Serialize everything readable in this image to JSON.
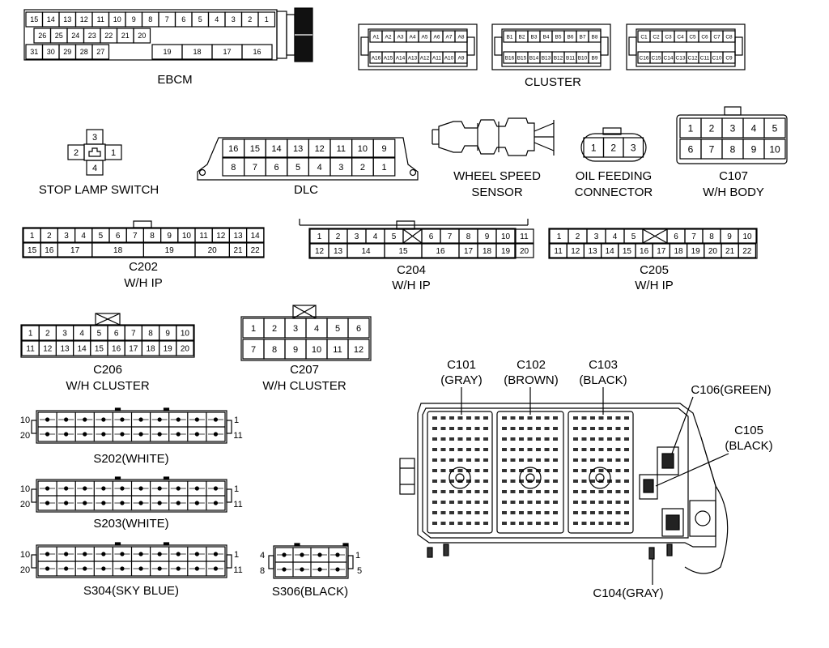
{
  "ebcm": {
    "title": "EBCM",
    "row1": [
      "15",
      "14",
      "13",
      "12",
      "11",
      "10",
      "9",
      "8",
      "7",
      "6",
      "5",
      "4",
      "3",
      "2",
      "1"
    ],
    "row2": [
      "26",
      "25",
      "24",
      "23",
      "22",
      "21",
      "20"
    ],
    "row3a": [
      "31",
      "30",
      "29",
      "28",
      "27"
    ],
    "row3b": [
      "19",
      "18",
      "17",
      "16"
    ]
  },
  "cluster": {
    "title": "CLUSTER",
    "a_top": [
      "A1",
      "A2",
      "A3",
      "A4",
      "A5",
      "A6",
      "A7",
      "A8"
    ],
    "a_bot": [
      "A16",
      "A15",
      "A14",
      "A13",
      "A12",
      "A11",
      "A10",
      "A9"
    ],
    "b_top": [
      "B1",
      "B2",
      "B3",
      "B4",
      "B5",
      "B6",
      "B7",
      "B8"
    ],
    "b_bot": [
      "B16",
      "B15",
      "B14",
      "B13",
      "B12",
      "B11",
      "B10",
      "B9"
    ],
    "c_top": [
      "C1",
      "C2",
      "C3",
      "C4",
      "C5",
      "C6",
      "C7",
      "C8"
    ],
    "c_bot": [
      "C16",
      "C15",
      "C14",
      "C13",
      "C12",
      "C11",
      "C10",
      "C9"
    ]
  },
  "stop_lamp": {
    "title": "STOP LAMP SWITCH",
    "pins": [
      "3",
      "2",
      "1",
      "4"
    ]
  },
  "dlc": {
    "title": "DLC",
    "top": [
      "16",
      "15",
      "14",
      "13",
      "12",
      "11",
      "10",
      "9"
    ],
    "bot": [
      "8",
      "7",
      "6",
      "5",
      "4",
      "3",
      "2",
      "1"
    ]
  },
  "wheel_speed": {
    "line1": "WHEEL SPEED",
    "line2": "SENSOR"
  },
  "oil_feeding": {
    "line1": "OIL FEEDING",
    "line2": "CONNECTOR",
    "pins": [
      "1",
      "2",
      "3"
    ]
  },
  "c107": {
    "line1": "C107",
    "line2": "W/H BODY",
    "top": [
      "1",
      "2",
      "3",
      "4",
      "5"
    ],
    "bot": [
      "6",
      "7",
      "8",
      "9",
      "10"
    ]
  },
  "c202": {
    "line1": "C202",
    "line2": "W/H IP",
    "top": [
      "1",
      "2",
      "3",
      "4",
      "5",
      "6",
      "7",
      "8",
      "9",
      "10",
      "11",
      "12",
      "13",
      "14"
    ],
    "bot": [
      "15",
      "16",
      "17",
      "18",
      "19",
      "20",
      "21",
      "22"
    ]
  },
  "c204": {
    "line1": "C204",
    "line2": "W/H IP",
    "top": [
      "1",
      "2",
      "3",
      "4",
      "5",
      "6",
      "7",
      "8",
      "9",
      "10",
      "11"
    ],
    "bot": [
      "12",
      "13",
      "14",
      "15",
      "16",
      "17",
      "18",
      "19",
      "20"
    ]
  },
  "c205": {
    "line1": "C205",
    "line2": "W/H IP",
    "top": [
      "1",
      "2",
      "3",
      "4",
      "5",
      "6",
      "7",
      "8",
      "9",
      "10"
    ],
    "bot": [
      "11",
      "12",
      "13",
      "14",
      "15",
      "16",
      "17",
      "18",
      "19",
      "20",
      "21",
      "22"
    ]
  },
  "c206": {
    "line1": "C206",
    "line2": "W/H CLUSTER",
    "top": [
      "1",
      "2",
      "3",
      "4",
      "5",
      "6",
      "7",
      "8",
      "9",
      "10"
    ],
    "bot": [
      "11",
      "12",
      "13",
      "14",
      "15",
      "16",
      "17",
      "18",
      "19",
      "20"
    ]
  },
  "c207": {
    "line1": "C207",
    "line2": "W/H CLUSTER",
    "top": [
      "1",
      "2",
      "3",
      "4",
      "5",
      "6"
    ],
    "bot": [
      "7",
      "8",
      "9",
      "10",
      "11",
      "12"
    ]
  },
  "s202": {
    "title": "S202(WHITE)",
    "left_top": "10",
    "left_bot": "20",
    "right_top": "1",
    "right_bot": "11"
  },
  "s203": {
    "title": "S203(WHITE)",
    "left_top": "10",
    "left_bot": "20",
    "right_top": "1",
    "right_bot": "11"
  },
  "s304": {
    "title": "S304(SKY BLUE)",
    "left_top": "10",
    "left_bot": "20",
    "right_top": "1",
    "right_bot": "11"
  },
  "s306": {
    "title": "S306(BLACK)",
    "left_top": "4",
    "left_bot": "8",
    "right_top": "1",
    "right_bot": "5"
  },
  "fuse_block": {
    "c101_line1": "C101",
    "c101_line2": "(GRAY)",
    "c102_line1": "C102",
    "c102_line2": "(BROWN)",
    "c103_line1": "C103",
    "c103_line2": "(BLACK)",
    "c104": "C104(GRAY)",
    "c105_line1": "C105",
    "c105_line2": "(BLACK)",
    "c106": "C106(GREEN)"
  }
}
